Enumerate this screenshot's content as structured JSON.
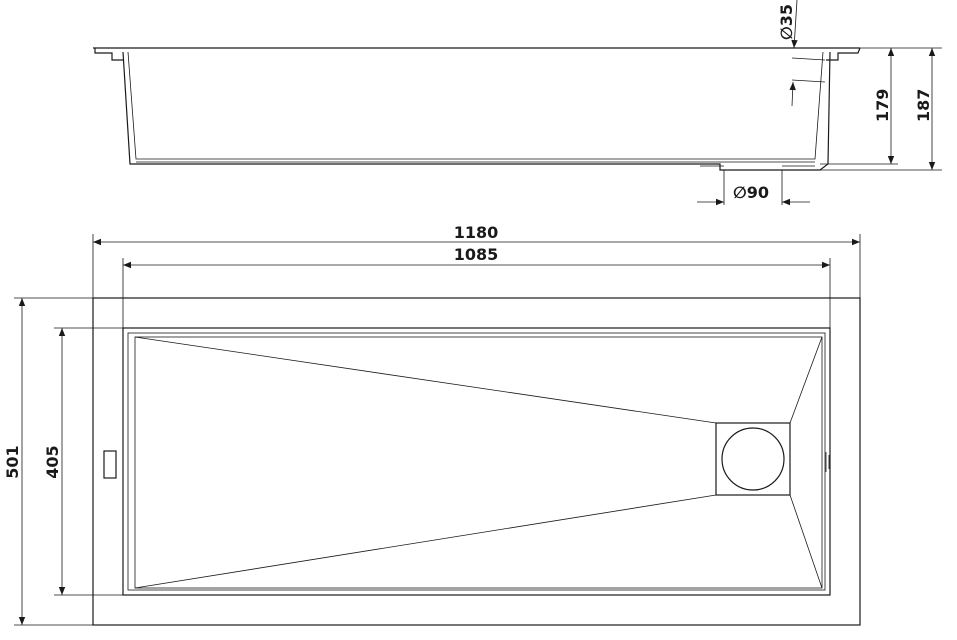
{
  "side_view": {
    "overflow_diameter": "∅35",
    "drain_diameter": "∅90",
    "bowl_depth": "179",
    "total_depth": "187"
  },
  "top_view": {
    "overall_width": "1180",
    "bowl_width": "1085",
    "overall_depth": "501",
    "bowl_depth": "405"
  },
  "colors": {
    "line": "#1a1a1a",
    "background": "#ffffff"
  }
}
